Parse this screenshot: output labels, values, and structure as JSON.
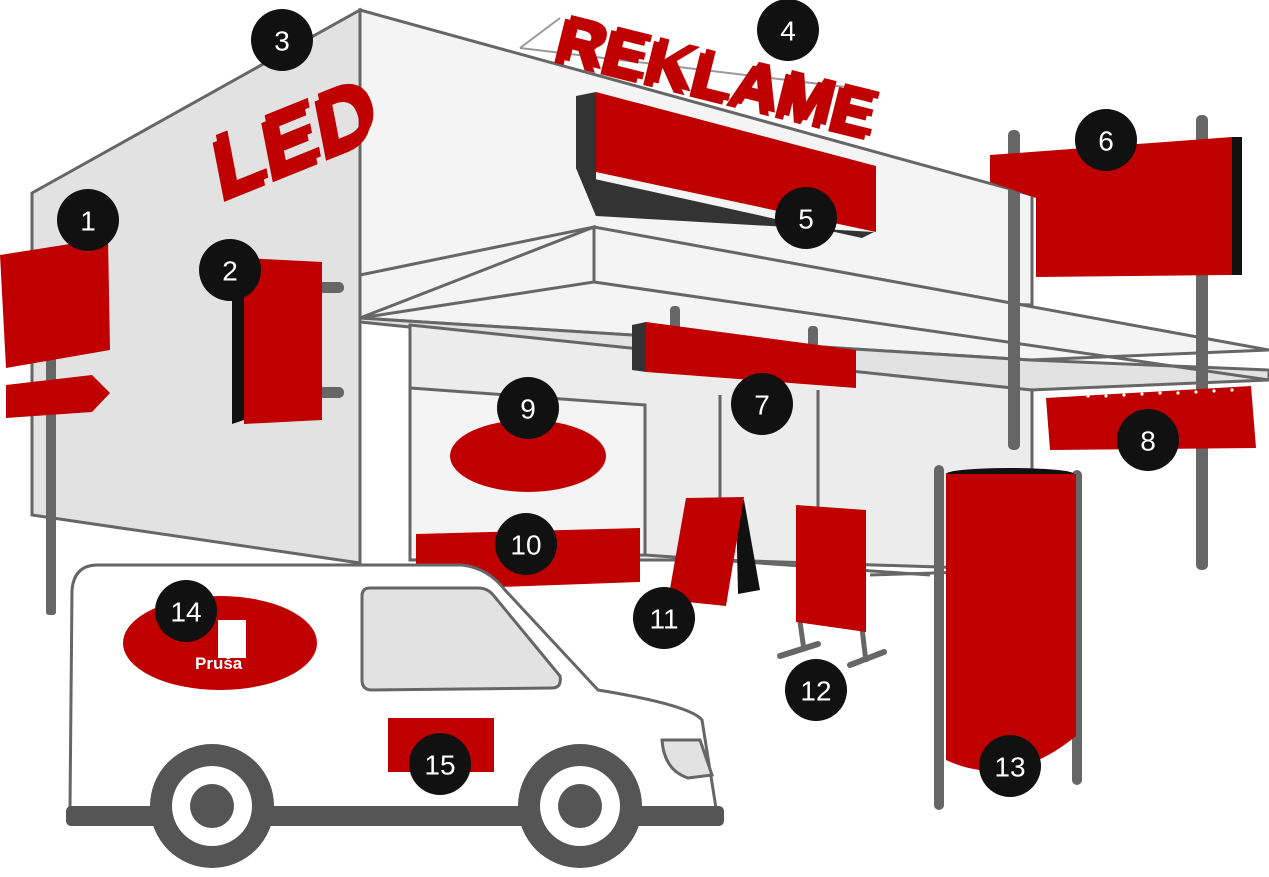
{
  "colors": {
    "accent": "#c00000",
    "outline": "#666666",
    "wall_light": "#f4f4f4",
    "wall_side": "#e2e2e2",
    "dark": "#555555",
    "badge": "#111111"
  },
  "texts": {
    "led": "LED",
    "reklame": "REKLAME",
    "van_logo": "Pruša"
  },
  "badges": [
    {
      "label": "1"
    },
    {
      "label": "2"
    },
    {
      "label": "3"
    },
    {
      "label": "4"
    },
    {
      "label": "5"
    },
    {
      "label": "6"
    },
    {
      "label": "7"
    },
    {
      "label": "8"
    },
    {
      "label": "9"
    },
    {
      "label": "10"
    },
    {
      "label": "11"
    },
    {
      "label": "12"
    },
    {
      "label": "13"
    },
    {
      "label": "14"
    },
    {
      "label": "15"
    }
  ]
}
